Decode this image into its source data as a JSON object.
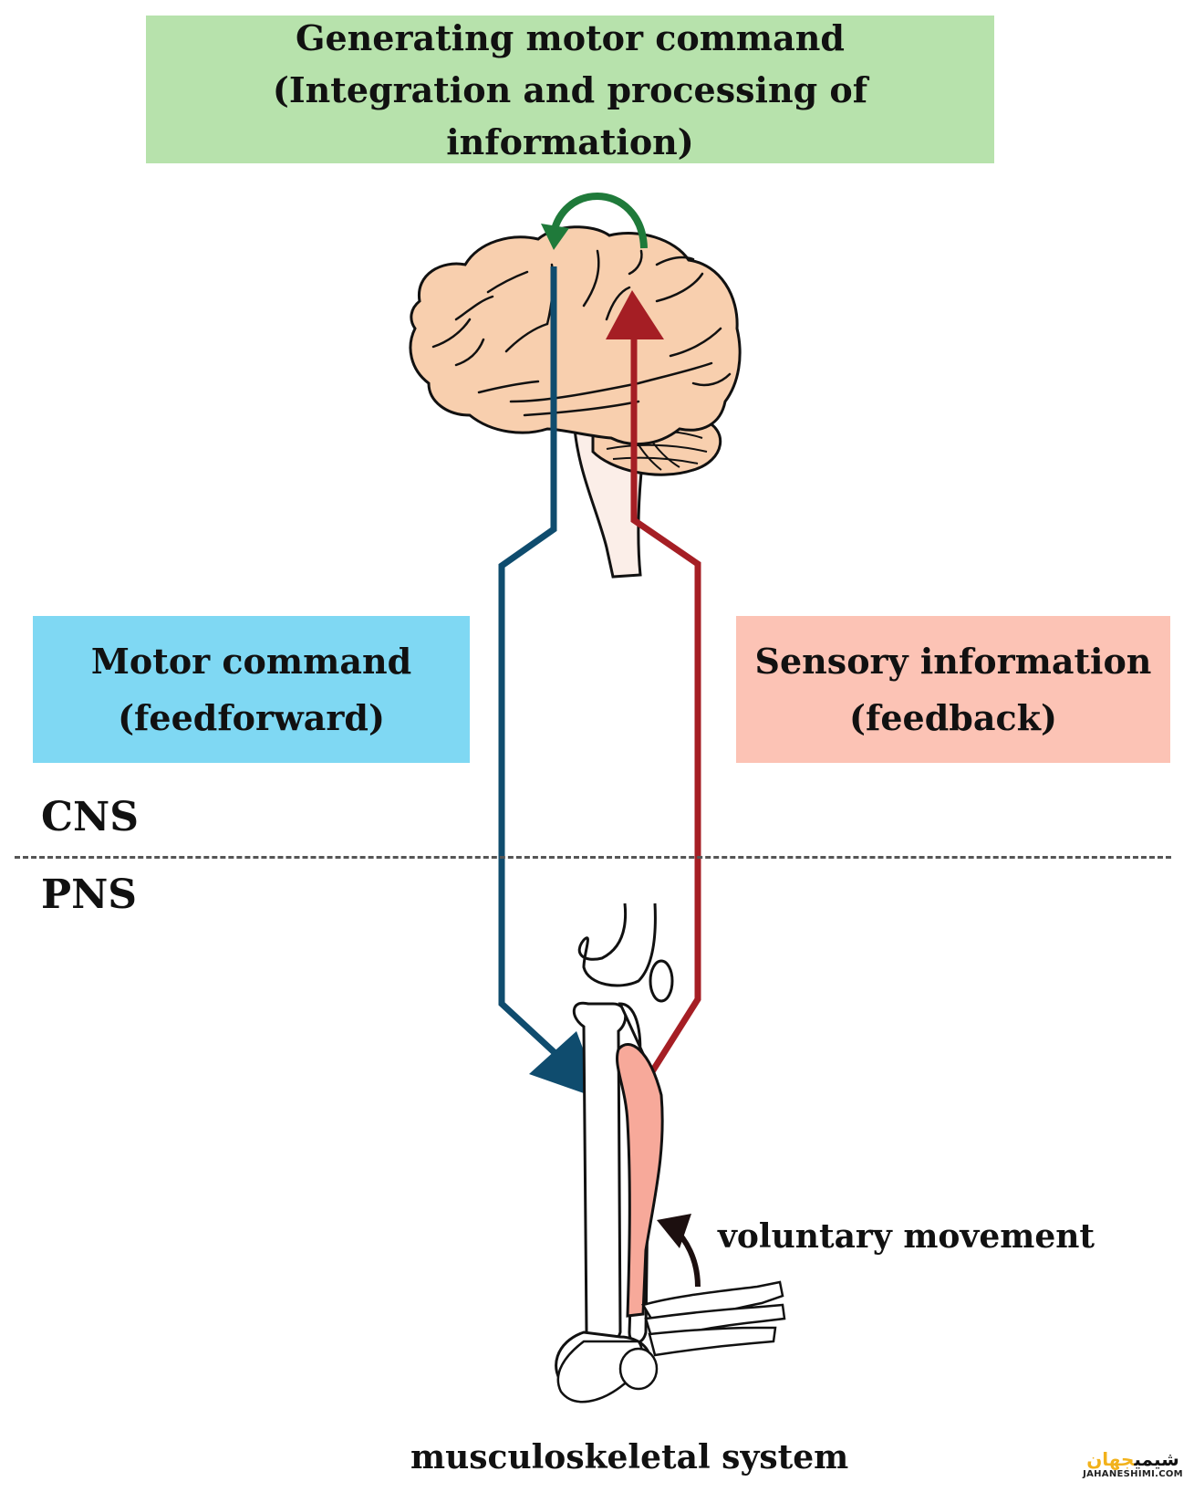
{
  "title_box": {
    "line1": "Generating motor command",
    "line2": "(Integration and processing of information)",
    "color": "#b7e2ac"
  },
  "motor_box": {
    "line1": "Motor command",
    "line2": "(feedforward)",
    "color": "#7fd8f3"
  },
  "sensory_box": {
    "line1": "Sensory information",
    "line2": "(feedback)",
    "color": "#fcc3b5"
  },
  "regions": {
    "upper": "CNS",
    "lower": "PNS"
  },
  "annotations": {
    "movement": "voluntary movement",
    "system": "musculoskeletal system"
  },
  "pathways": {
    "motor_color": "#0f4c6e",
    "sensory_color": "#a51e24",
    "integration_color": "#1f7a3a"
  },
  "anatomy": {
    "brain_fill": "#f8cfae",
    "brainstem_fill": "#fbeee8",
    "muscle_fill": "#f7a99a"
  },
  "watermark": {
    "persian_part1": "جهان",
    "persian_part2": "شیمی",
    "latin": "JAHANESHIMI.COM"
  }
}
